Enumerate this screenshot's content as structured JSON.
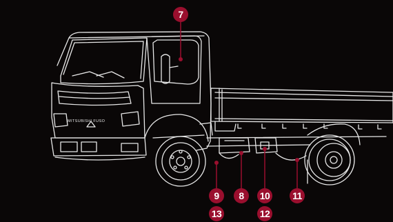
{
  "colors": {
    "background": "#0a0707",
    "line_art": "#e8e8e8",
    "marker": "#9a0f2e",
    "marker_text": "#ffffff"
  },
  "truck_badge": "MITSUBISHI FUSO",
  "markers": [
    {
      "id": "7",
      "label": "7"
    },
    {
      "id": "9",
      "label": "9"
    },
    {
      "id": "8",
      "label": "8"
    },
    {
      "id": "10",
      "label": "10"
    },
    {
      "id": "11",
      "label": "11"
    },
    {
      "id": "13",
      "label": "13"
    },
    {
      "id": "12",
      "label": "12"
    }
  ]
}
